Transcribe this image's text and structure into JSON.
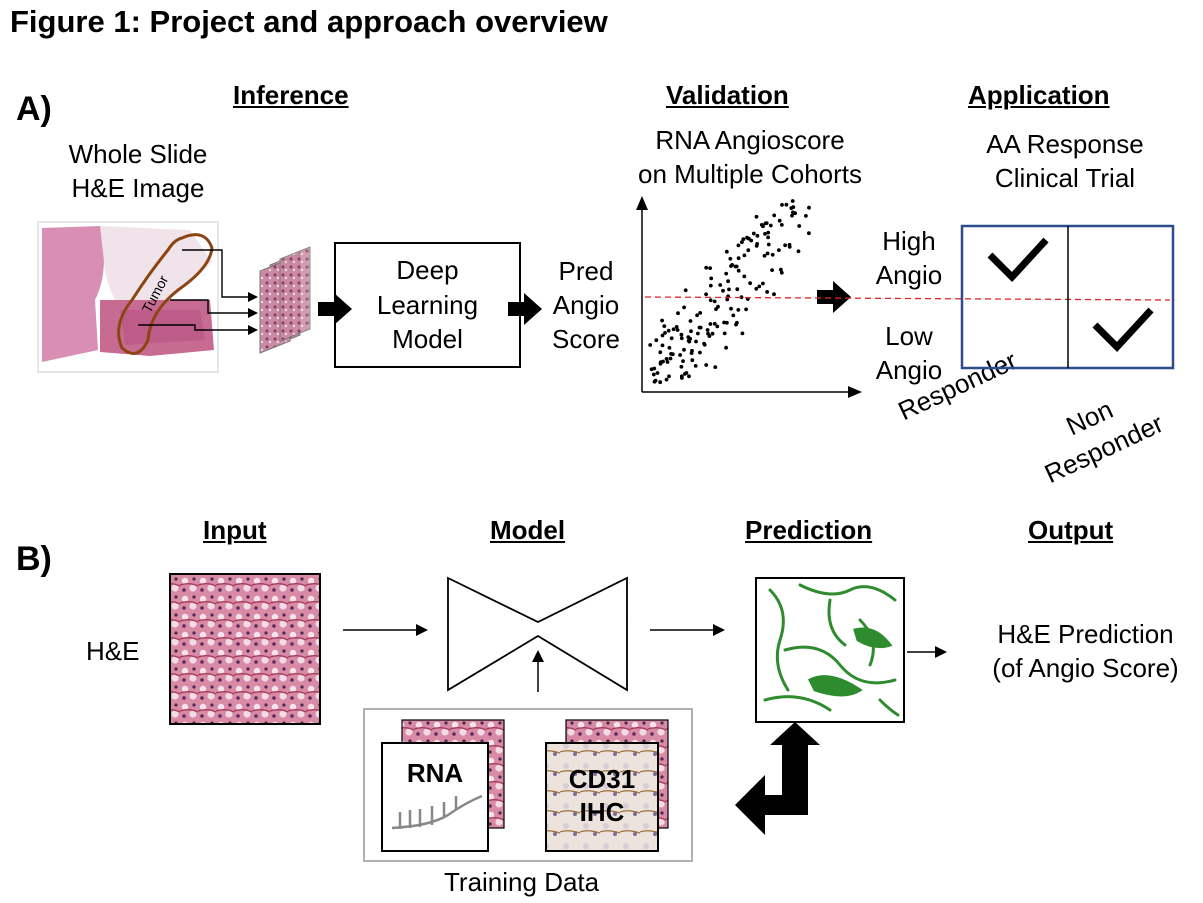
{
  "figure_title": "Figure 1: Project and approach overview",
  "panel_a": {
    "label": "A)",
    "inference": {
      "heading": "Inference",
      "slide_caption": [
        "Whole Slide",
        "H&E Image"
      ],
      "tumor_label": "Tumor",
      "model_box": [
        "Deep",
        "Learning",
        "Model"
      ],
      "output": [
        "Pred",
        "Angio",
        "Score"
      ]
    },
    "validation": {
      "heading": "Validation",
      "caption": [
        "RNA Angioscore",
        "on Multiple Cohorts"
      ]
    },
    "application": {
      "heading": "Application",
      "caption": [
        "AA Response",
        "Clinical Trial"
      ],
      "row_labels": [
        [
          "High",
          "Angio"
        ],
        [
          "Low",
          "Angio"
        ]
      ],
      "col_labels": [
        "Responder",
        [
          "Non",
          "Responder"
        ]
      ]
    }
  },
  "panel_b": {
    "label": "B)",
    "input_heading": "Input",
    "input_label": "H&E",
    "model_heading": "Model",
    "prediction_heading": "Prediction",
    "output_heading": "Output",
    "output_text": [
      "H&E Prediction",
      "(of Angio Score)"
    ],
    "training": {
      "caption": "Training Data",
      "rna_label": "RNA",
      "ihc_label": [
        "CD31",
        "IHC"
      ]
    }
  },
  "colors": {
    "he_pink": "#c05a7a",
    "tumor_outline": "#8b4513",
    "threshold_line": "#e0262b",
    "trial_box": "#2e4c8c",
    "prediction_green": "#2e8b2e",
    "training_border": "#b0b0b0"
  }
}
